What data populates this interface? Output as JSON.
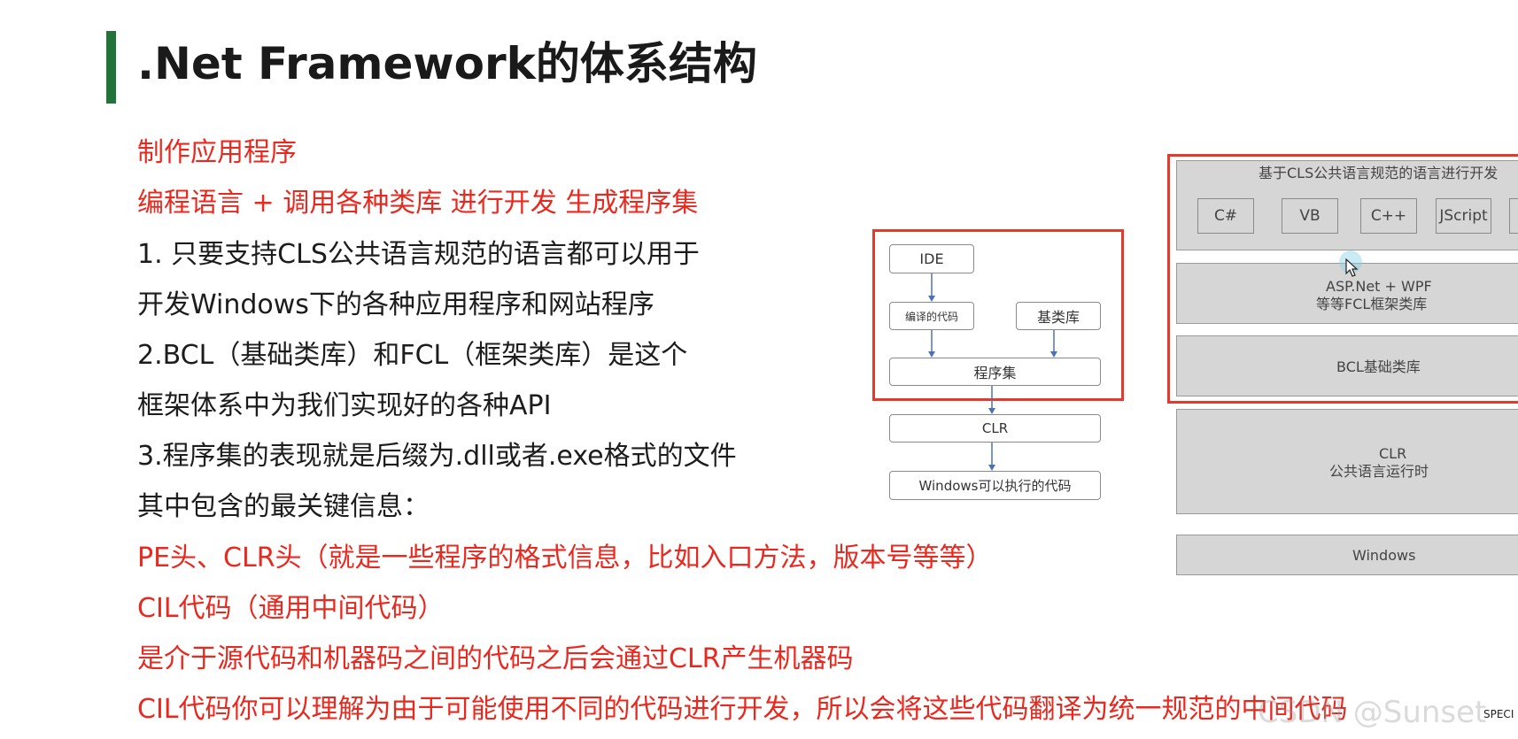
{
  "slide": {
    "title": ".Net Framework的体系结构",
    "lines": [
      {
        "text": "制作应用程序",
        "color": "red"
      },
      {
        "text": "编程语言 + 调用各种类库 进行开发 生成程序集",
        "color": "red"
      },
      {
        "text": "1. 只要支持CLS公共语言规范的语言都可以用于",
        "color": "black"
      },
      {
        "text": "开发Windows下的各种应用程序和网站程序",
        "color": "black"
      },
      {
        "text": "2.BCL（基础类库）和FCL（框架类库）是这个",
        "color": "black"
      },
      {
        "text": "框架体系中为我们实现好的各种API",
        "color": "black"
      },
      {
        "text": "3.程序集的表现就是后缀为.dll或者.exe格式的文件",
        "color": "black"
      },
      {
        "text": "其中包含的最关键信息：",
        "color": "black"
      },
      {
        "text": "PE头、CLR头（就是一些程序的格式信息，比如入口方法，版本号等等）",
        "color": "red"
      },
      {
        "text": "CIL代码（通用中间代码）",
        "color": "red"
      },
      {
        "text": "是介于源代码和机器码之间的代码之后会通过CLR产生机器码",
        "color": "red"
      },
      {
        "text": "CIL代码你可以理解为由于可能使用不同的代码进行开发，所以会将这些代码翻译为统一规范的中间代码",
        "color": "red"
      }
    ]
  },
  "flow_diagram": {
    "ide": "IDE",
    "compiled_code": "编译的代码",
    "base_library": "基类库",
    "assembly": "程序集",
    "clr": "CLR",
    "windows_code": "Windows可以执行的代码"
  },
  "stack_diagram": {
    "cls_header": "基于CLS公共语言规范的语言进行开发",
    "languages": [
      "C#",
      "VB",
      "C++",
      "JScript"
    ],
    "fcl_line1": "ASP.Net + WPF",
    "fcl_line2": "等等FCL框架类库",
    "bcl": "BCL基础类库",
    "clr_line1": "CLR",
    "clr_line2": "公共语言运行时",
    "windows": "Windows"
  },
  "overlay": {
    "watermark": "CSDN @Sunset",
    "corner_text": "SPECI"
  },
  "colors": {
    "accent_bar": "#22733a",
    "red_text": "#e8291f",
    "frame_red": "#e23b2e"
  }
}
